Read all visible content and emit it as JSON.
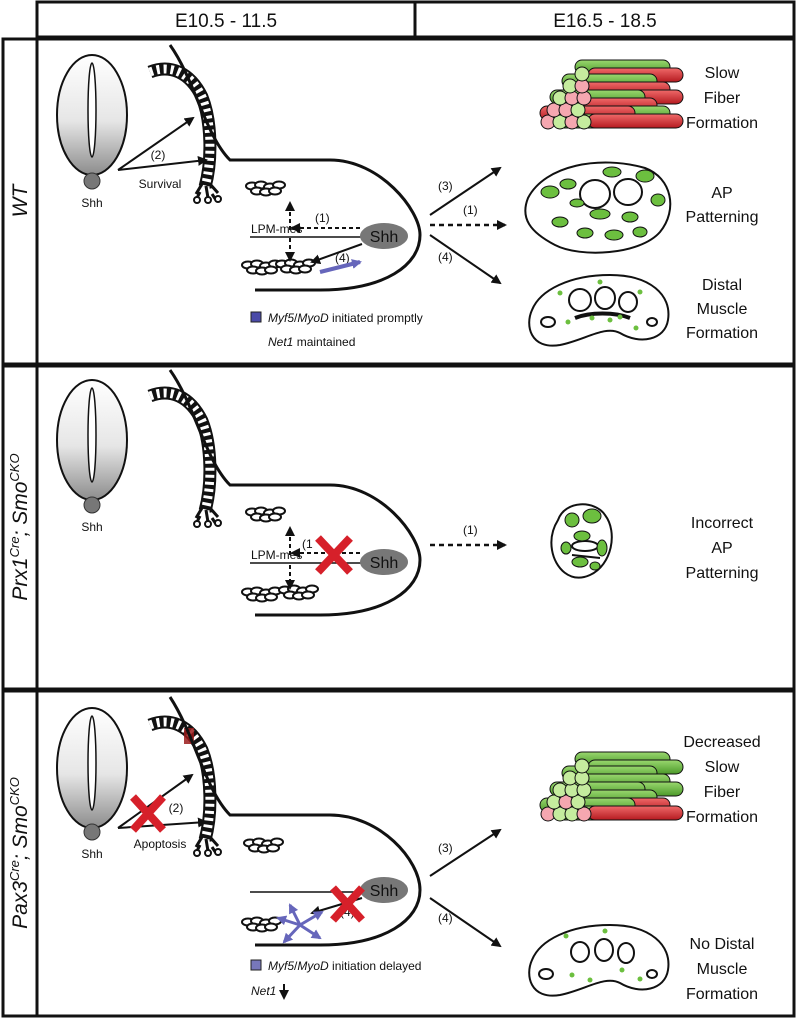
{
  "header": {
    "col1": "E10.5 - 11.5",
    "col2": "E16.5 - 18.5"
  },
  "rows": {
    "wt": {
      "label": "WT",
      "shh": "Shh",
      "survival": "Survival",
      "step2": "(2)",
      "step1": "(1)",
      "step4": "(4)",
      "lpm": "LPM-mes",
      "limb_shh": "Shh",
      "out3": "(3)",
      "out1": "(1)",
      "out4": "(4)",
      "legend1_gene_a": "Myf5",
      "legend1_slash": "/",
      "legend1_gene_b": "MyoD",
      "legend1_rest": " initiated promptly",
      "legend2_gene": "Net1",
      "legend2_rest": " maintained",
      "outcome1": [
        "Slow",
        "Fiber",
        "Formation"
      ],
      "outcome2": [
        "AP",
        "Patterning"
      ],
      "outcome3": [
        "Distal",
        "Muscle",
        "Formation"
      ]
    },
    "prx": {
      "label_a": "Prx1",
      "label_a_sup": "Cre",
      "label_sep": "; ",
      "label_b": "Smo",
      "label_b_sup": "CKO",
      "shh": "Shh",
      "step1": "(1",
      "lpm": "LPM-mes",
      "limb_shh": "Shh",
      "out1": "(1)",
      "outcome": [
        "Incorrect",
        "AP",
        "Patterning"
      ]
    },
    "pax": {
      "label_a": "Pax3",
      "label_a_sup": "Cre",
      "label_sep": "; ",
      "label_b": "Smo",
      "label_b_sup": "CKO",
      "shh": "Shh",
      "step2": "(2)",
      "apoptosis": "Apoptosis",
      "step4": "(4)",
      "limb_shh": "Shh",
      "out3": "(3)",
      "out4": "(4)",
      "legend1_gene_a": "Myf5",
      "legend1_slash": "/",
      "legend1_gene_b": "MyoD",
      "legend1_rest": " initiation delayed",
      "legend2_gene": "Net1",
      "outcome1": [
        "Decreased",
        "Slow",
        "Fiber",
        "Formation"
      ],
      "outcome2": [
        "No Distal",
        "Muscle",
        "Formation"
      ]
    }
  },
  "colors": {
    "red_x": "#d6202a",
    "slow_fiber_red": "#d8232a",
    "fiber_green": "#6cbf3f",
    "myf5_blue": "#6666bb",
    "shh_grey": "#777777"
  }
}
